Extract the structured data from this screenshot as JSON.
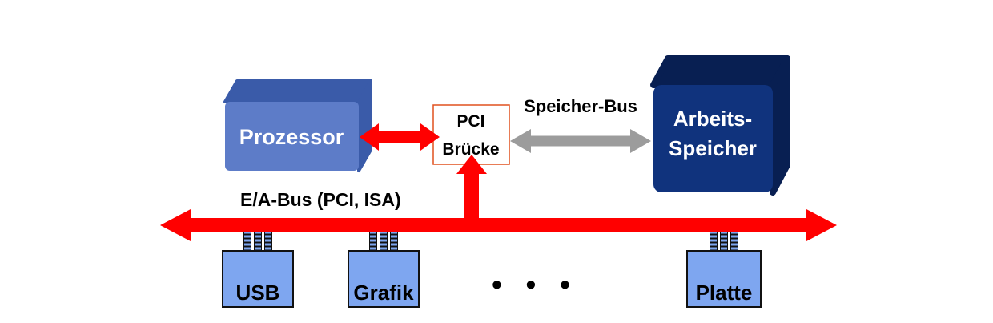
{
  "diagram": {
    "prozessor": {
      "label": "Prozessor"
    },
    "pci_bridge": {
      "line1": "PCI",
      "line2": "Brücke"
    },
    "arbeitsspeicher": {
      "line1": "Arbeits-",
      "line2": "Speicher"
    },
    "speicher_bus_label": "Speicher-Bus",
    "ea_bus_label": "E/A-Bus (PCI, ISA)",
    "devices": [
      {
        "label": "USB"
      },
      {
        "label": "Grafik"
      },
      {
        "label": "Platte"
      }
    ],
    "ellipsis": "• • •",
    "colors": {
      "bus_red": "#FF0000",
      "memory_bus_gray": "#9C9C9C",
      "processor_front": "#5D7CC8",
      "processor_side": "#3A5BA9",
      "memory_front": "#10337D",
      "memory_side": "#081F52",
      "device_fill": "#7EA6F0",
      "bridge_border": "#E0501F"
    }
  }
}
